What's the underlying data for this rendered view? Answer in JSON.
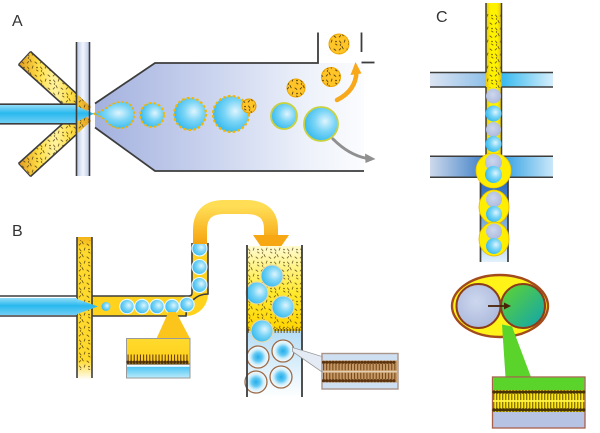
{
  "figure": {
    "panels": {
      "a": {
        "label": "A"
      },
      "b": {
        "label": "B"
      },
      "c": {
        "label": "C"
      }
    },
    "icons": {
      "a_lipid_outlet_arrow": "curved-up-arrow",
      "a_flow_direction_arrow": "curved-down-arrow",
      "b_transfer_arrow": "big-curved-down-arrow",
      "c_content_transfer_arrow": "right-arrow"
    },
    "colors": {
      "aqueous_blue": "#2bb7ee",
      "lipid_oil_gold": "#ffd21e",
      "lemon_yellow": "#fff200",
      "chamber_periwinkle": "#a3b1de",
      "carrier_lavender": "#b6c2e2",
      "vesicle_green": "#45cc2e",
      "teal": "#16a8ab",
      "membrane_brown": "#7a4a1d",
      "royal_blue": "#2566bd",
      "wall_gray": "#3d3d3d"
    }
  }
}
